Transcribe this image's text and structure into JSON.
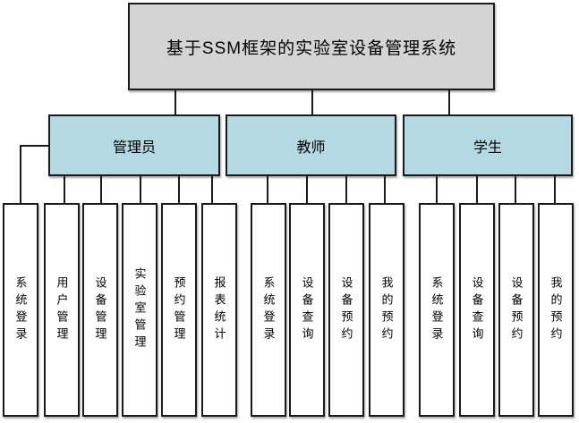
{
  "diagram": {
    "title": "基于SSM框架的实验室设备管理系统",
    "colors": {
      "root_fill": "#d4d4d4",
      "role_fill": "#b5d9e2",
      "leaf_fill": "#ffffff",
      "line_color": "#1a1a1a",
      "background": "#ffffff"
    },
    "roles": [
      {
        "label": "管理员",
        "children": [
          "系统登录",
          "用户管理",
          "设备管理",
          "实验室管理",
          "预约管理",
          "报表统计"
        ]
      },
      {
        "label": "教师",
        "children": [
          "系统登录",
          "设备查询",
          "设备预约",
          "我的预约"
        ]
      },
      {
        "label": "学生",
        "children": [
          "系统登录",
          "设备查询",
          "设备预约",
          "我的预约"
        ]
      }
    ]
  }
}
